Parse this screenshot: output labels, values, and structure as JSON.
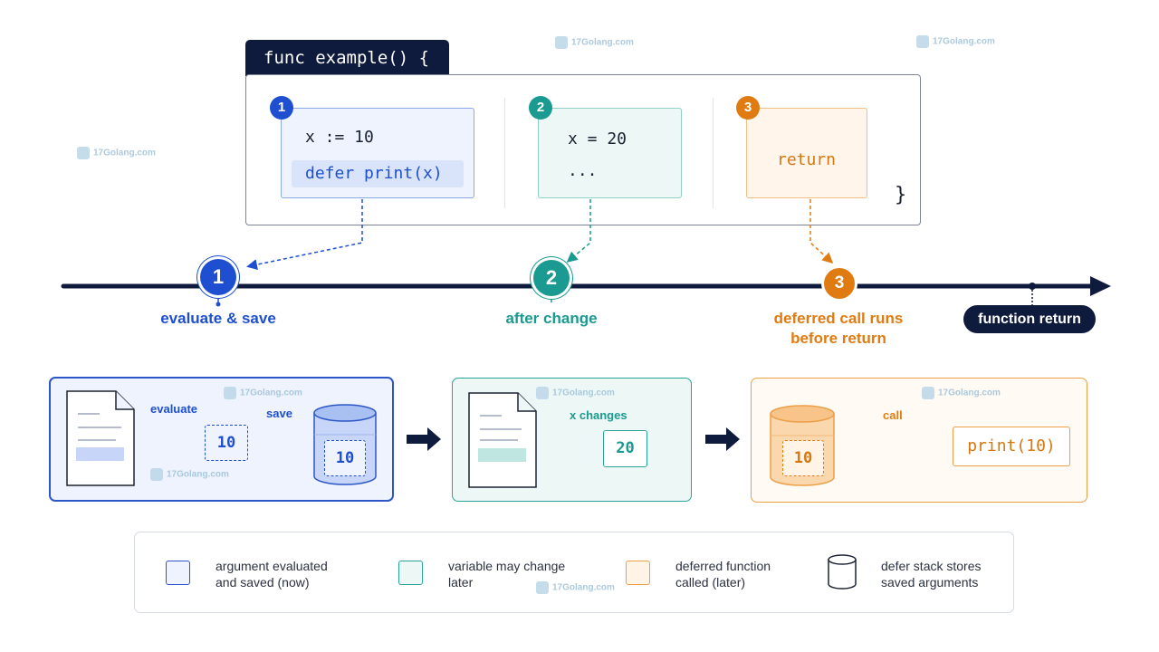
{
  "code": {
    "header": "func example() {",
    "step1_lines": [
      "x := 10",
      "defer print(x)"
    ],
    "step1_defer_keyword": "defer",
    "step1_defer_call": "print(x)",
    "step2_lines": [
      "x = 20",
      "..."
    ],
    "step3_line": "return",
    "closing_brace": "}"
  },
  "step_numbers": [
    "1",
    "2",
    "3"
  ],
  "timeline": {
    "labels": [
      "evaluate & save",
      "after change",
      "deferred call runs",
      "before return"
    ],
    "end_label": "function return"
  },
  "stages": {
    "s1": {
      "evaluate": "evaluate",
      "save": "save",
      "value": "10",
      "stored": "10"
    },
    "s2": {
      "caption": "x changes",
      "value": "20"
    },
    "s3": {
      "stored": "10",
      "caption": "call",
      "result": "print(10)"
    }
  },
  "legend": [
    {
      "line1": "argument evaluated",
      "line2": "and saved (now)"
    },
    {
      "line1": "variable may change",
      "line2": "later"
    },
    {
      "line1": "deferred function",
      "line2": "called (later)"
    },
    {
      "line1": "defer stack stores",
      "line2": "saved arguments"
    }
  ],
  "watermark": "17Golang.com",
  "colors": {
    "navy": "#0f1b3d",
    "blue": "#1d4fd0",
    "teal": "#1a9a90",
    "orange": "#e07b12"
  }
}
